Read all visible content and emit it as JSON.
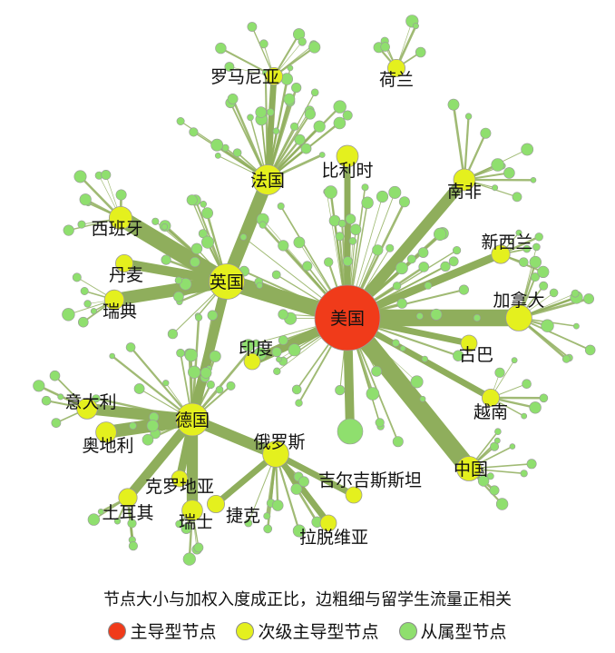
{
  "colors": {
    "edge": "#8fae5c",
    "main": "#f03b1a",
    "secondary": "#e4f01e",
    "subordinate": "#8fdf6e",
    "outline": "#9a9a9a"
  },
  "nodes": [
    {
      "id": "usa",
      "label": "美国",
      "type": "main",
      "weight": 1.0
    },
    {
      "id": "uk",
      "label": "英国",
      "type": "secondary",
      "weight": 0.45
    },
    {
      "id": "germany",
      "label": "德国",
      "type": "secondary",
      "weight": 0.4
    },
    {
      "id": "france",
      "label": "法国",
      "type": "secondary",
      "weight": 0.35
    },
    {
      "id": "russia",
      "label": "俄罗斯",
      "type": "secondary",
      "weight": 0.28
    },
    {
      "id": "china",
      "label": "中国",
      "type": "secondary",
      "weight": 0.25
    },
    {
      "id": "canada",
      "label": "加拿大",
      "type": "secondary",
      "weight": 0.28
    },
    {
      "id": "southafrica",
      "label": "南非",
      "type": "secondary",
      "weight": 0.2
    },
    {
      "id": "belgium",
      "label": "比利时",
      "type": "secondary",
      "weight": 0.2
    },
    {
      "id": "netherlands",
      "label": "荷兰",
      "type": "secondary",
      "weight": 0.12
    },
    {
      "id": "romania",
      "label": "罗马尼亚",
      "type": "secondary",
      "weight": 0.12
    },
    {
      "id": "spain",
      "label": "西班牙",
      "type": "secondary",
      "weight": 0.22
    },
    {
      "id": "denmark",
      "label": "丹麦",
      "type": "secondary",
      "weight": 0.12
    },
    {
      "id": "sweden",
      "label": "瑞典",
      "type": "secondary",
      "weight": 0.16
    },
    {
      "id": "india",
      "label": "印度",
      "type": "secondary",
      "weight": 0.1
    },
    {
      "id": "newzealand",
      "label": "新西兰",
      "type": "secondary",
      "weight": 0.14
    },
    {
      "id": "cuba",
      "label": "古巴",
      "type": "secondary",
      "weight": 0.1
    },
    {
      "id": "vietnam",
      "label": "越南",
      "type": "secondary",
      "weight": 0.12
    },
    {
      "id": "italy",
      "label": "意大利",
      "type": "secondary",
      "weight": 0.18
    },
    {
      "id": "austria",
      "label": "奥地利",
      "type": "secondary",
      "weight": 0.18
    },
    {
      "id": "croatia",
      "label": "克罗地亚",
      "type": "secondary",
      "weight": 0.1
    },
    {
      "id": "turkey",
      "label": "土耳其",
      "type": "secondary",
      "weight": 0.14
    },
    {
      "id": "switzerland",
      "label": "瑞士",
      "type": "secondary",
      "weight": 0.18
    },
    {
      "id": "czech",
      "label": "捷克",
      "type": "secondary",
      "weight": 0.12
    },
    {
      "id": "kyrgyzstan",
      "label": "吉尔吉斯斯坦",
      "type": "secondary",
      "weight": 0.1
    },
    {
      "id": "latvia",
      "label": "拉脱维亚",
      "type": "secondary",
      "weight": 0.1
    }
  ],
  "edges": [
    {
      "from": "usa",
      "to": "uk",
      "weight": 0.9
    },
    {
      "from": "usa",
      "to": "china",
      "weight": 1.0
    },
    {
      "from": "usa",
      "to": "canada",
      "weight": 0.95
    },
    {
      "from": "usa",
      "to": "belgium",
      "weight": 0.3
    },
    {
      "from": "usa",
      "to": "southafrica",
      "weight": 0.6
    },
    {
      "from": "usa",
      "to": "india",
      "weight": 0.5
    },
    {
      "from": "usa",
      "to": "newzealand",
      "weight": 0.4
    },
    {
      "from": "usa",
      "to": "cuba",
      "weight": 0.3
    },
    {
      "from": "usa",
      "to": "vietnam",
      "weight": 0.3
    },
    {
      "from": "uk",
      "to": "france",
      "weight": 0.7
    },
    {
      "from": "uk",
      "to": "germany",
      "weight": 0.5
    },
    {
      "from": "uk",
      "to": "spain",
      "weight": 0.9
    },
    {
      "from": "uk",
      "to": "denmark",
      "weight": 0.5
    },
    {
      "from": "uk",
      "to": "sweden",
      "weight": 0.7
    },
    {
      "from": "germany",
      "to": "russia",
      "weight": 0.6
    },
    {
      "from": "germany",
      "to": "italy",
      "weight": 0.6
    },
    {
      "from": "germany",
      "to": "austria",
      "weight": 0.7
    },
    {
      "from": "germany",
      "to": "croatia",
      "weight": 0.4
    },
    {
      "from": "germany",
      "to": "turkey",
      "weight": 0.5
    },
    {
      "from": "germany",
      "to": "switzerland",
      "weight": 0.6
    },
    {
      "from": "russia",
      "to": "kyrgyzstan",
      "weight": 0.3
    },
    {
      "from": "russia",
      "to": "latvia",
      "weight": 0.3
    },
    {
      "from": "russia",
      "to": "czech",
      "weight": 0.3
    },
    {
      "from": "france",
      "to": "romania",
      "weight": 0.3
    }
  ],
  "caption": "节点大小与加权入度成正比，边粗细与留学生流量正相关",
  "legend": [
    {
      "label": "主导型节点",
      "type": "main"
    },
    {
      "label": "次级主导型节点",
      "type": "secondary"
    },
    {
      "label": "从属型节点",
      "type": "subordinate"
    }
  ]
}
